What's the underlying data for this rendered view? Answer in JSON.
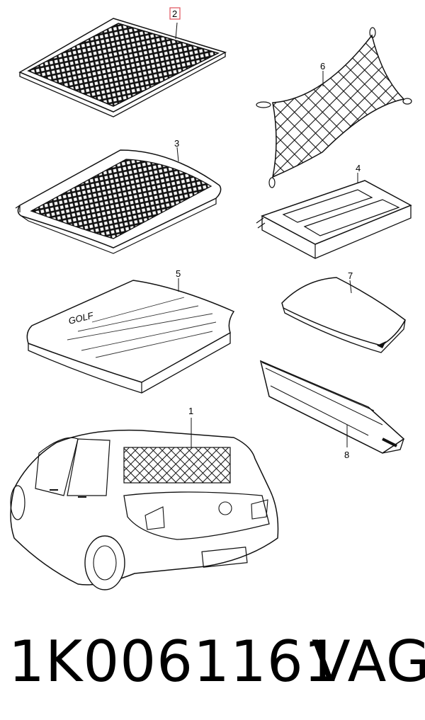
{
  "diagram": {
    "callouts": [
      {
        "id": "2",
        "highlighted": true
      },
      {
        "id": "6"
      },
      {
        "id": "3"
      },
      {
        "id": "4"
      },
      {
        "id": "5"
      },
      {
        "id": "7"
      },
      {
        "id": "1"
      },
      {
        "id": "8"
      }
    ],
    "golf_emboss": "GOLF",
    "highlight_color": "#e0505a"
  },
  "footer": {
    "part_number": "1K0061161",
    "brand": "VAG"
  }
}
